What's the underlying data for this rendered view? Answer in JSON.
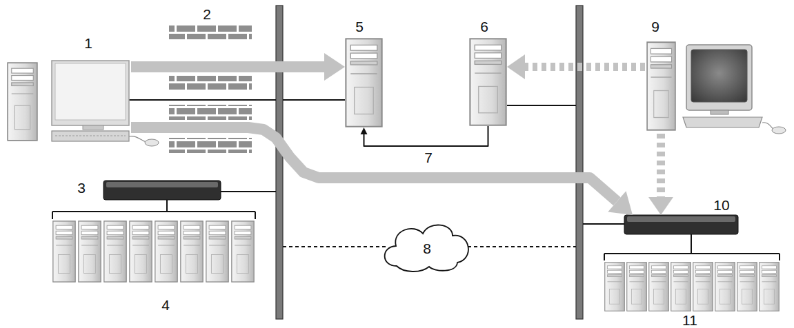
{
  "diagram": {
    "nodes": [
      {
        "text": [
          "1"
        ]
      },
      {
        "text": [
          "3"
        ]
      },
      {
        "text": [
          "5"
        ]
      },
      {
        "text": [
          "6"
        ]
      },
      {
        "text": [
          "8"
        ]
      },
      {
        "text": [
          "9"
        ]
      },
      {
        "text": [
          "10"
        ]
      }
    ],
    "edges": [
      {
        "from": 0,
        "to": 2,
        "arrow": "to"
      },
      {
        "from": 3,
        "to": 2,
        "arrow": "to",
        "label": "7"
      },
      {
        "from": 5,
        "to": 3,
        "arrow": "to"
      },
      {
        "from": 5,
        "to": 6,
        "arrow": "to"
      },
      {
        "from": 0,
        "to": 6,
        "arrow": "to"
      }
    ],
    "labels": [
      "2",
      "4",
      "11"
    ]
  }
}
